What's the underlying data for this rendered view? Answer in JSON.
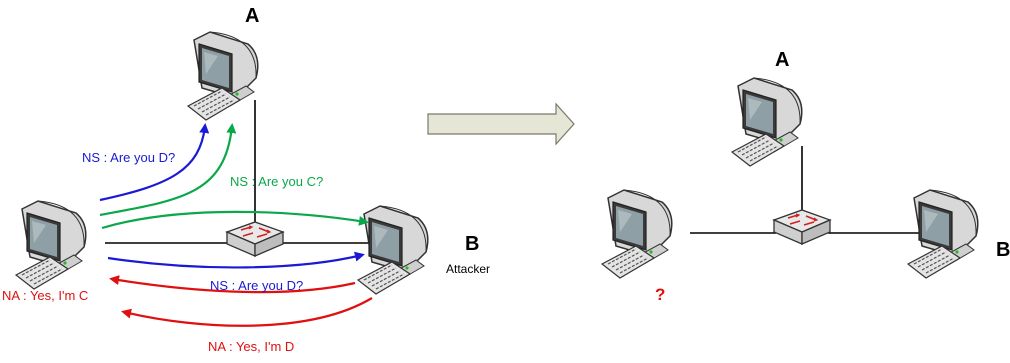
{
  "left_diagram": {
    "node_a_label": "A",
    "node_b_label": "B",
    "attacker_label": "Attacker",
    "ns_blue_top": "NS : Are you D?",
    "ns_green": "NS : Are you C?",
    "ns_blue_bottom": "NS : Are you D?",
    "na_red_1": "NA : Yes, I'm C",
    "na_red_2": "NA : Yes, I'm D"
  },
  "right_diagram": {
    "node_a_label": "A",
    "node_b_label": "B",
    "unknown_marker": "?"
  },
  "colors": {
    "blue": "#1a1ad6",
    "green": "#0aa84a",
    "red": "#e01010",
    "line": "#000000"
  },
  "icons": [
    "computer-icon",
    "network-switch-icon",
    "transition-arrow-icon"
  ]
}
